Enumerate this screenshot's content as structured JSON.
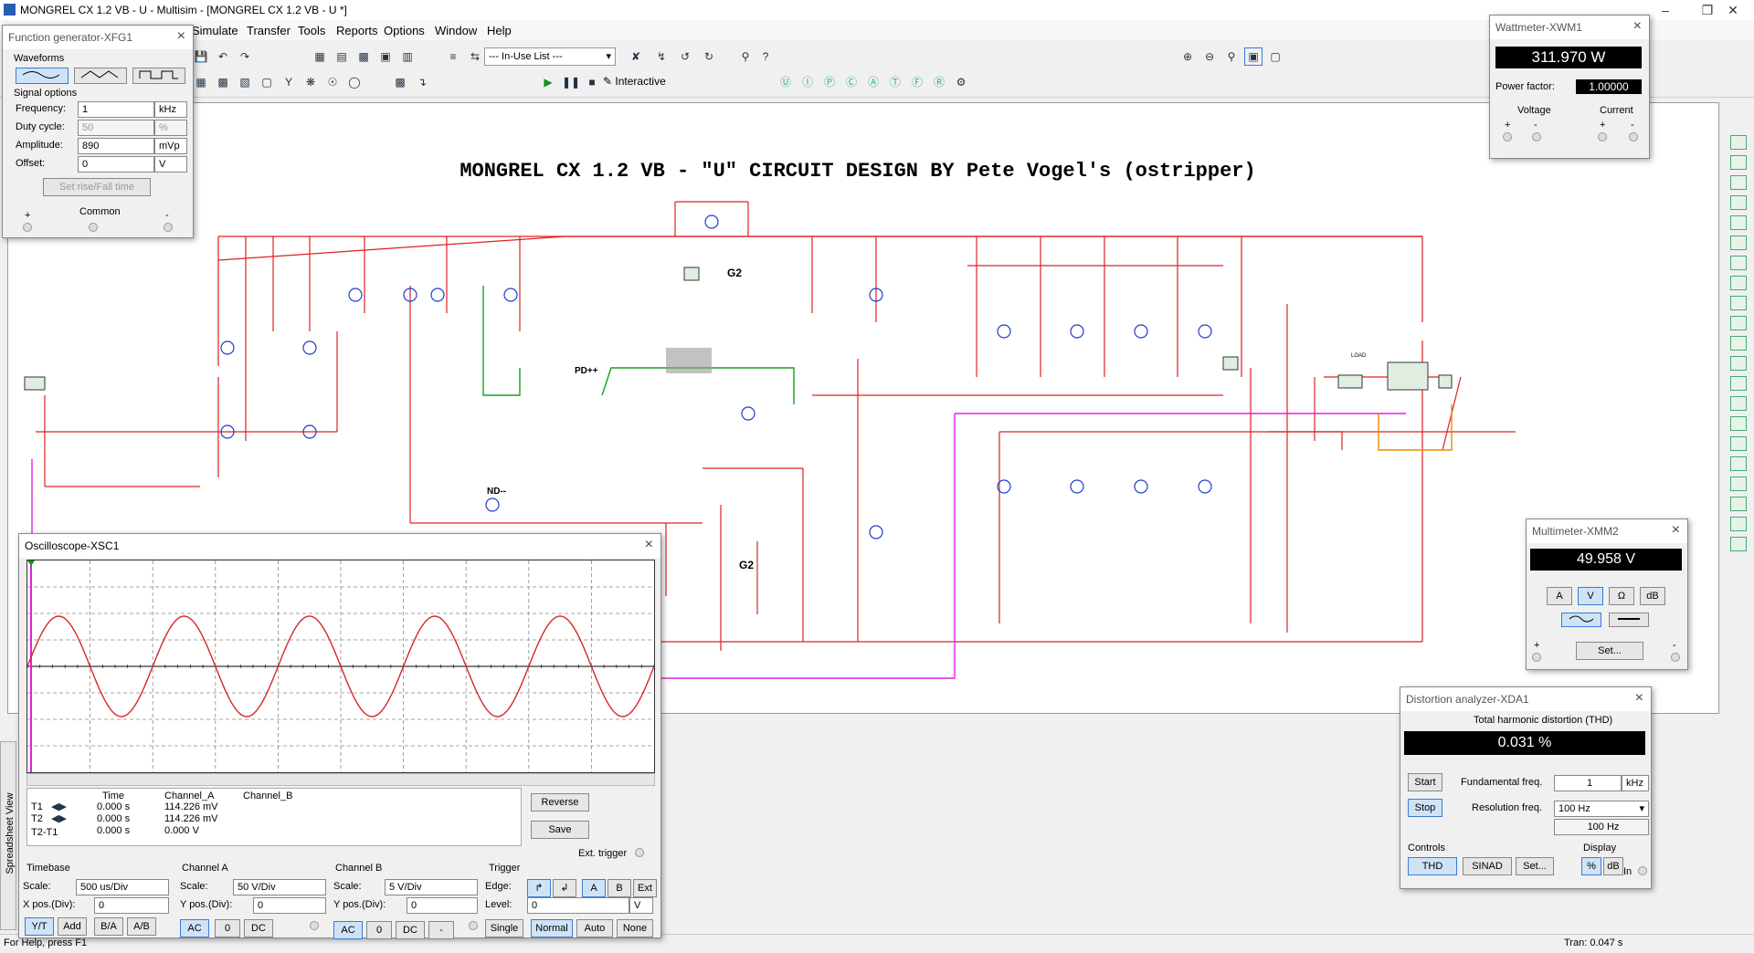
{
  "app": {
    "title": "MONGREL CX 1.2 VB - U - Multisim - [MONGREL CX 1.2 VB - U *]"
  },
  "menu": [
    "Simulate",
    "Transfer",
    "Tools",
    "Reports",
    "Options",
    "Window",
    "Help"
  ],
  "toolbar": {
    "in_use_list": "--- In-Use List ---",
    "interactive_label": "Interactive"
  },
  "schematic": {
    "title": "MONGREL CX 1.2 VB - \"U\" CIRCUIT DESIGN BY Pete Vogel's (ostripper)",
    "labels": {
      "pd": "PD++",
      "nd": "ND--",
      "g2": "G2",
      "g2b": "G2",
      "load": "LOAD"
    }
  },
  "status": {
    "help": "For Help, press F1",
    "tran": "Tran: 0.047 s"
  },
  "spreadsheet_tab": "Spreadsheet View",
  "function_generator": {
    "title": "Function generator-XFG1",
    "waveforms_label": "Waveforms",
    "signal_options_label": "Signal options",
    "frequency": {
      "label": "Frequency:",
      "value": "1",
      "unit": "kHz"
    },
    "duty_cycle": {
      "label": "Duty cycle:",
      "value": "50",
      "unit": "%"
    },
    "amplitude": {
      "label": "Amplitude:",
      "value": "890",
      "unit": "mVp"
    },
    "offset": {
      "label": "Offset:",
      "value": "0",
      "unit": "V"
    },
    "rise_fall_button": "Set rise/Fall time",
    "plus": "+",
    "common": "Common",
    "minus": "-"
  },
  "wattmeter": {
    "title": "Wattmeter-XWM1",
    "reading": "311.970 W",
    "power_factor_label": "Power factor:",
    "power_factor": "1.00000",
    "voltage_label": "Voltage",
    "current_label": "Current",
    "plus": "+",
    "minus": "-"
  },
  "multimeter": {
    "title": "Multimeter-XMM2",
    "reading": "49.958 V",
    "buttons": [
      "A",
      "V",
      "Ω",
      "dB"
    ],
    "set_button": "Set...",
    "plus": "+",
    "minus": "-"
  },
  "distortion": {
    "title": "Distortion analyzer-XDA1",
    "thd_label": "Total harmonic distortion (THD)",
    "thd_value": "0.031 %",
    "start": "Start",
    "stop": "Stop",
    "fundamental_label": "Fundamental freq.",
    "fundamental_value": "1",
    "fundamental_unit": "kHz",
    "resolution_label": "Resolution freq.",
    "resolution_value": "100 Hz",
    "resolution_readout": "100 Hz",
    "controls_label": "Controls",
    "display_label": "Display",
    "thd_btn": "THD",
    "sinad_btn": "SINAD",
    "set_btn": "Set...",
    "percent_btn": "%",
    "db_btn": "dB",
    "in_label": "In"
  },
  "oscilloscope": {
    "title": "Oscilloscope-XSC1",
    "trace_color": "#d62728",
    "headers": {
      "time": "Time",
      "a": "Channel_A",
      "b": "Channel_B"
    },
    "rows": [
      {
        "label": "T1",
        "time": "0.000 s",
        "a": "114.226 mV",
        "b": ""
      },
      {
        "label": "T2",
        "time": "0.000 s",
        "a": "114.226 mV",
        "b": ""
      },
      {
        "label": "T2-T1",
        "time": "0.000 s",
        "a": "0.000 V",
        "b": ""
      }
    ],
    "reverse": "Reverse",
    "save": "Save",
    "ext_trigger": "Ext. trigger",
    "timebase": {
      "label": "Timebase",
      "scale_label": "Scale:",
      "scale": "500 us/Div",
      "xpos_label": "X pos.(Div):",
      "xpos": "0",
      "buttons": [
        "Y/T",
        "Add",
        "B/A",
        "A/B"
      ]
    },
    "channel_a": {
      "label": "Channel A",
      "scale_label": "Scale:",
      "scale": "50  V/Div",
      "ypos_label": "Y pos.(Div):",
      "ypos": "0",
      "buttons": [
        "AC",
        "0",
        "DC"
      ]
    },
    "channel_b": {
      "label": "Channel B",
      "scale_label": "Scale:",
      "scale": "5  V/Div",
      "ypos_label": "Y pos.(Div):",
      "ypos": "0",
      "buttons": [
        "AC",
        "0",
        "DC",
        "-"
      ]
    },
    "trigger": {
      "label": "Trigger",
      "edge_label": "Edge:",
      "level_label": "Level:",
      "level": "0",
      "level_unit": "V",
      "sources": [
        "A",
        "B",
        "Ext"
      ],
      "modes": [
        "Single",
        "Normal",
        "Auto",
        "None"
      ]
    }
  }
}
